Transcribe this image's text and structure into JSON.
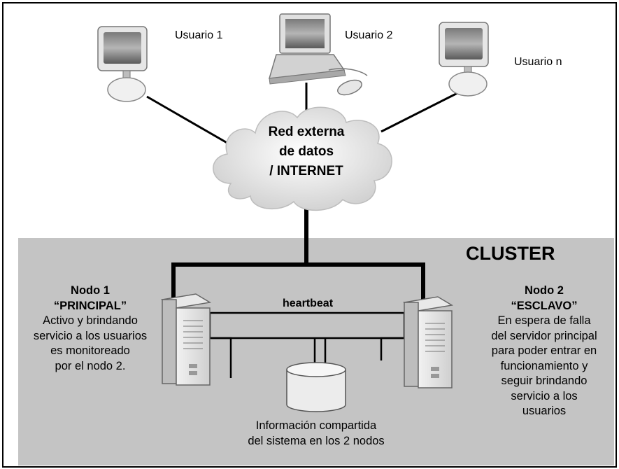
{
  "users": [
    {
      "label": "Usuario 1"
    },
    {
      "label": "Usuario 2"
    },
    {
      "label": "Usuario n"
    }
  ],
  "cloud": {
    "line1": "Red externa",
    "line2": "de datos",
    "line3": "/ INTERNET"
  },
  "cluster": {
    "title": "CLUSTER",
    "heartbeat": "heartbeat"
  },
  "node1": {
    "name": "Nodo 1",
    "role": "“PRINCIPAL”",
    "desc": [
      "Activo y brindando",
      "servicio a los usuarios",
      "es monitoreado",
      "por el nodo 2."
    ]
  },
  "node2": {
    "name": "Nodo 2",
    "role": "“ESCLAVO”",
    "desc": [
      "En espera de falla",
      "del servidor principal",
      "para poder entrar en",
      "funcionamiento y",
      "seguir brindando",
      "servicio a los",
      "usuarios"
    ]
  },
  "storage": {
    "lines": [
      "Información compartida",
      "del sistema en los 2 nodos"
    ]
  }
}
